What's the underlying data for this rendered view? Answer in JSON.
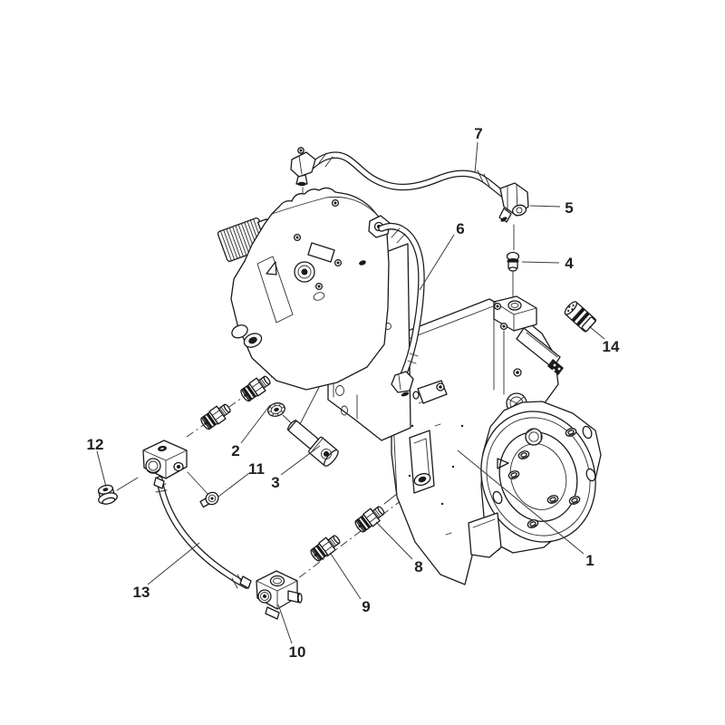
{
  "figure": {
    "type": "exploded-parts-diagram",
    "background_color": "#ffffff",
    "line_color": "#1a1a1a",
    "callout_color": "#1f1f1f",
    "callouts": [
      {
        "label": "1"
      },
      {
        "label": "2"
      },
      {
        "label": "3"
      },
      {
        "label": "4"
      },
      {
        "label": "5"
      },
      {
        "label": "6"
      },
      {
        "label": "7"
      },
      {
        "label": "8"
      },
      {
        "label": "9"
      },
      {
        "label": "10"
      },
      {
        "label": "11"
      },
      {
        "label": "12"
      },
      {
        "label": "13"
      },
      {
        "label": "14"
      }
    ]
  }
}
